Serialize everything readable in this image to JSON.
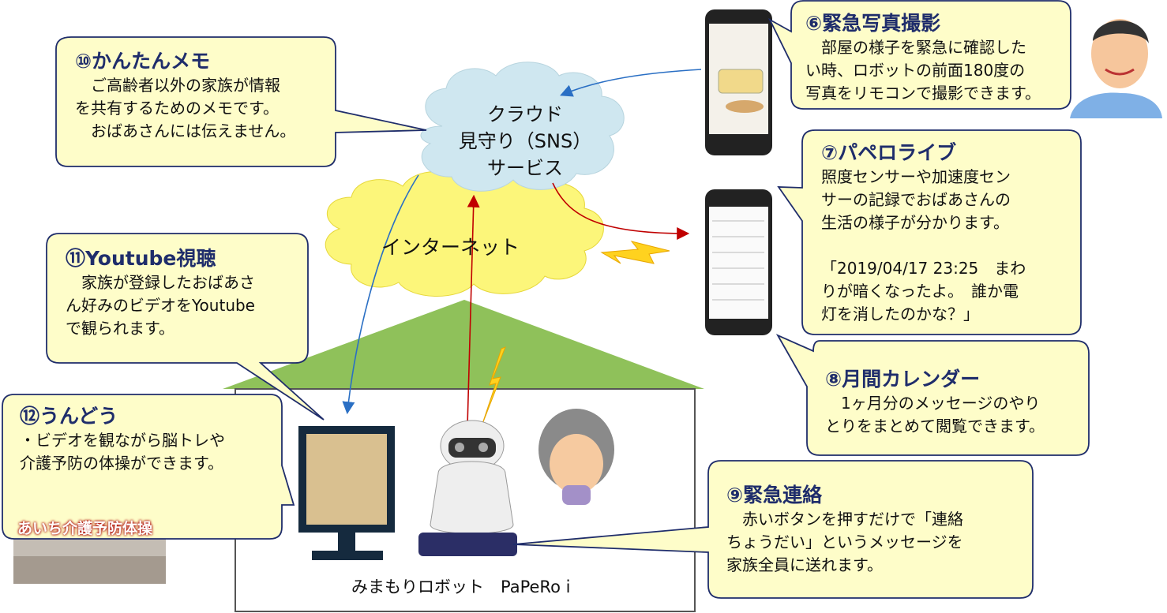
{
  "cloud": {
    "text": "クラウド\n見守り（SNS）\nサービス"
  },
  "internet": {
    "text": "インターネット"
  },
  "robot_label": "みまもりロボット　PaPeRo i",
  "exercise_video_caption": "あいち介護予防体操",
  "callouts": [
    {
      "id": "c10",
      "title": "⑩かんたんメモ",
      "body": "　ご高齢者以外の家族が情報\nを共有するためのメモです。\n　おばあさんには伝えません。"
    },
    {
      "id": "c11",
      "title": "⑪Youtube視聴",
      "body": "　家族が登録したおばあさ\nん好みのビデオをYoutube\nで観られます。"
    },
    {
      "id": "c12",
      "title": "⑫うんどう",
      "body": "・ビデオを観ながら脳トレや\n介護予防の体操ができます。"
    },
    {
      "id": "c6",
      "title": "⑥緊急写真撮影",
      "body": "　部屋の様子を緊急に確認した\nい時、ロボットの前面180度の\n写真をリモコンで撮影できます。"
    },
    {
      "id": "c7",
      "title": "⑦パペロライブ",
      "body": "照度センサーや加速度セン\nサーの記録でおばあさんの\n生活の様子が分かります。\n\n「2019/04/17 23:25　まわ\nりが暗くなったよ。　誰か電\n灯を消したのかな？」"
    },
    {
      "id": "c8",
      "title": "⑧月間カレンダー",
      "body": "　1ヶ月分のメッセージのやり\nとりをまとめて閲覧できます。"
    },
    {
      "id": "c9",
      "title": "⑨緊急連絡",
      "body": "　赤いボタンを押すだけで「連絡\nちょうだい」というメッセージを\n家族全員に送れます。"
    }
  ],
  "colors": {
    "callout_fill": "#fefdc9",
    "callout_border": "#1f2d6b",
    "title_color": "#1f2d6b",
    "cloud_fill": "#cfe7f0",
    "internet_fill": "#fcf67a",
    "roof": "#8fc15a",
    "arrow_blue": "#2a6fc4",
    "arrow_red": "#c00000",
    "lightning": "#ffd21f"
  },
  "icons": [
    "smartphone-icon",
    "family-man-icon",
    "grandmother-icon",
    "robot-icon",
    "tv-monitor-icon",
    "lightning-icon"
  ]
}
